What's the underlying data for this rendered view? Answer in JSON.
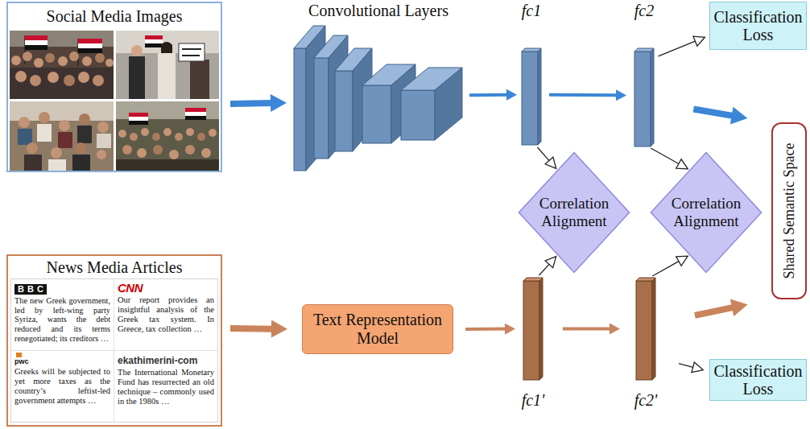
{
  "diagram": {
    "nodes": [
      {
        "text": [
          "Social Media Images"
        ]
      },
      {
        "text": [
          "Convolutional Layers"
        ]
      },
      {
        "text": [
          "fc1"
        ]
      },
      {
        "text": [
          "fc2"
        ]
      },
      {
        "text": [
          "Classification Loss"
        ]
      },
      {
        "text": [
          "Correlation Alignment"
        ]
      },
      {
        "text": [
          "Correlation Alignment"
        ]
      },
      {
        "text": [
          "Shared Semantic Space"
        ]
      },
      {
        "text": [
          "News Media Articles",
          "BBC",
          "The new Greek government, led by left-wing party Syriza, wants the debt reduced and its terms renegotiated; its creditors …",
          "CNN",
          "Our report provides an insightful analysis of the Greek tax system. In Greece, tax collection …",
          "pwc",
          "Greeks will be subjected to yet more taxes as the country’s leftist-led government attempts …",
          "ekathimerini-com",
          "The International Monetary Fund has resurrected an old technique – commonly used in the 1980s …"
        ]
      },
      {
        "text": [
          "Text Representation Model"
        ]
      },
      {
        "text": [
          "fc1'"
        ]
      },
      {
        "text": [
          "fc2'"
        ]
      },
      {
        "text": [
          "Classification Loss"
        ]
      }
    ],
    "edges": [
      {
        "from": 0,
        "to": 1,
        "arrow": "to"
      },
      {
        "from": 1,
        "to": 2,
        "arrow": "to"
      },
      {
        "from": 2,
        "to": 3,
        "arrow": "to"
      },
      {
        "from": 3,
        "to": 4,
        "arrow": "to"
      },
      {
        "from": 3,
        "to": 7,
        "arrow": "to"
      },
      {
        "from": 2,
        "to": 5,
        "arrow": "to"
      },
      {
        "from": 3,
        "to": 6,
        "arrow": "to"
      },
      {
        "from": 8,
        "to": 9,
        "arrow": "to"
      },
      {
        "from": 9,
        "to": 10,
        "arrow": "to"
      },
      {
        "from": 10,
        "to": 11,
        "arrow": "to"
      },
      {
        "from": 10,
        "to": 5,
        "arrow": "to"
      },
      {
        "from": 11,
        "to": 6,
        "arrow": "to"
      },
      {
        "from": 11,
        "to": 7,
        "arrow": "to"
      },
      {
        "from": 11,
        "to": 12,
        "arrow": "to"
      }
    ]
  }
}
